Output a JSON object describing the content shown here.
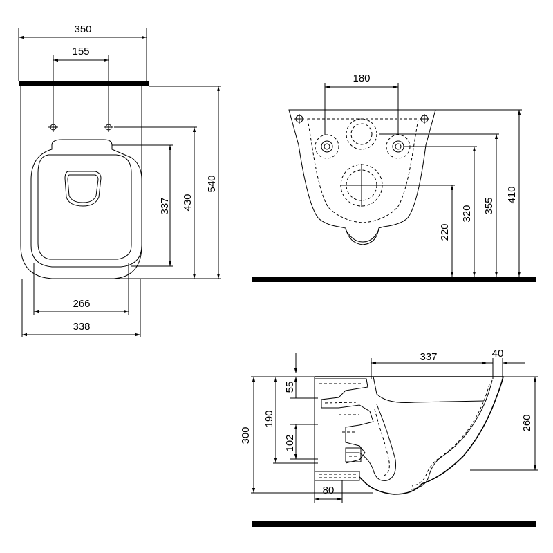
{
  "top_view": {
    "width_total": "350",
    "hole_spacing": "155",
    "seat_depth": "337",
    "fixing_depth": "430",
    "total_depth": "540",
    "bowl_width": "266",
    "overall_width": "338"
  },
  "front_view": {
    "hole_spacing": "180",
    "outlet_height": "220",
    "inlet_height": "320",
    "fixing_height": "355",
    "total_height": "410"
  },
  "side_view": {
    "length": "337",
    "rim": "40",
    "top_offset": "55",
    "height_190": "190",
    "height_102": "102",
    "total_height": "300",
    "bowl_height": "260",
    "outlet_width": "80"
  }
}
